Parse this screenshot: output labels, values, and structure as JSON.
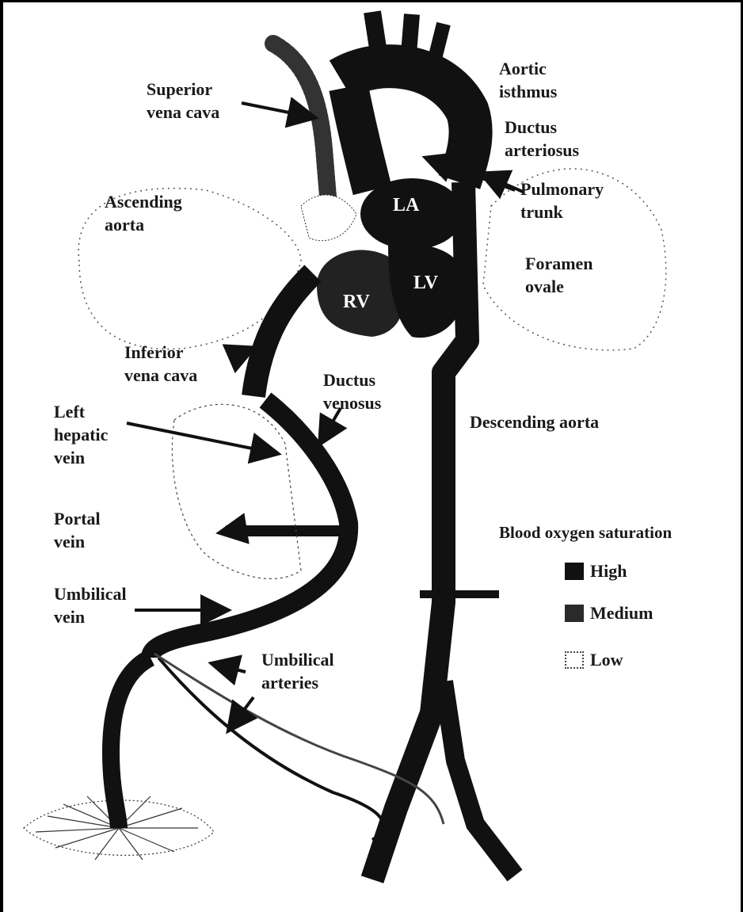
{
  "labels": {
    "superior_vena_cava": [
      "Superior",
      "vena cava"
    ],
    "aortic_isthmus": [
      "Aortic",
      "isthmus"
    ],
    "ductus_arteriosus": [
      "Ductus",
      "arteriosus"
    ],
    "pulmonary_trunk": [
      "Pulmonary",
      "trunk"
    ],
    "ascending_aorta": [
      "Ascending",
      "aorta"
    ],
    "foramen_ovale": [
      "Foramen",
      "ovale"
    ],
    "inferior_vena_cava": [
      "Inferior",
      "vena cava"
    ],
    "ductus_venosus": [
      "Ductus",
      "venosus"
    ],
    "descending_aorta": [
      "Descending aorta"
    ],
    "left_hepatic_vein": [
      "Left",
      "hepatic",
      "vein"
    ],
    "portal_vein": [
      "Portal",
      "vein"
    ],
    "umbilical_vein": [
      "Umbilical",
      "vein"
    ],
    "umbilical_arteries": [
      "Umbilical",
      "arteries"
    ]
  },
  "chambers": {
    "la": "LA",
    "rv": "RV",
    "lv": "LV"
  },
  "legend": {
    "title": "Blood oxygen saturation",
    "items": [
      {
        "label": "High",
        "level": "high"
      },
      {
        "label": "Medium",
        "level": "medium"
      },
      {
        "label": "Low",
        "level": "low"
      }
    ]
  },
  "colors": {
    "high": "#111111",
    "medium": "#2a2a2a",
    "low": "#ffffff",
    "ink": "#1a1a1a"
  }
}
